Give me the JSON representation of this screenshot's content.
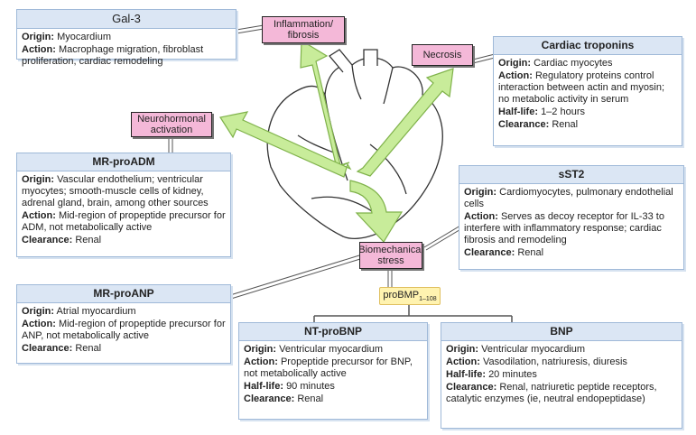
{
  "outcomes": {
    "inflammation": "Inflammation/ fibrosis",
    "necrosis": "Necrosis",
    "neurohormonal": "Neurohormonal activation",
    "biomechanical": "Biomechanical stress"
  },
  "probnp_label": {
    "main": "proBMP",
    "sub": "1–108"
  },
  "boxes": {
    "gal3": {
      "title": "Gal-3",
      "origin": "Myocardium",
      "action": "Macrophage migration, fibroblast proliferation, cardiac remodeling"
    },
    "troponins": {
      "title": "Cardiac troponins",
      "origin": "Cardiac myocytes",
      "action": "Regulatory proteins control interaction between actin and myosin; no metabolic activity in serum",
      "halflife": "1–2 hours",
      "clearance": "Renal"
    },
    "mradm": {
      "title": "MR-proADM",
      "origin": "Vascular endothelium; ventricular myocytes; smooth-muscle cells of kidney, adrenal gland, brain, among other sources",
      "action": "Mid-region of propeptide precursor for ADM, not metabolically active",
      "clearance": "Renal"
    },
    "sst2": {
      "title": "sST2",
      "origin": "Cardiomyocytes, pulmonary endothelial cells",
      "action": "Serves as decoy receptor for IL-33 to interfere with inflammatory response; cardiac fibrosis and remodeling",
      "clearance": "Renal"
    },
    "mranp": {
      "title": "MR-proANP",
      "origin": "Atrial myocardium",
      "action": "Mid-region of propeptide precursor for ANP, not metabolically active",
      "clearance": "Renal"
    },
    "ntprobnp": {
      "title": "NT-proBNP",
      "origin": "Ventricular myocardium",
      "action": "Propeptide precursor for BNP, not metabolically active",
      "halflife": "90 minutes",
      "clearance": "Renal"
    },
    "bnp": {
      "title": "BNP",
      "origin": "Ventricular myocardium",
      "action": "Vasodilation, natriuresis, diuresis",
      "halflife": "20 minutes",
      "clearance": "Renal, natriuretic peptide receptors, catalytic enzymes (ie, neutral endopeptidase)"
    }
  },
  "field_labels": {
    "origin": "Origin:",
    "action": "Action:",
    "halflife": "Half-life:",
    "clearance": "Clearance:"
  },
  "colors": {
    "box_border": "#9fb9d8",
    "box_header": "#dbe6f4",
    "pink_box": "#f4b8d8",
    "arrow_fill": "#c8ec9a",
    "arrow_stroke": "#7fb24a",
    "yellow_label": "#fff3b0"
  },
  "icons": [
    "heart-illustration",
    "arrow-up-icon",
    "arrow-down-icon"
  ]
}
